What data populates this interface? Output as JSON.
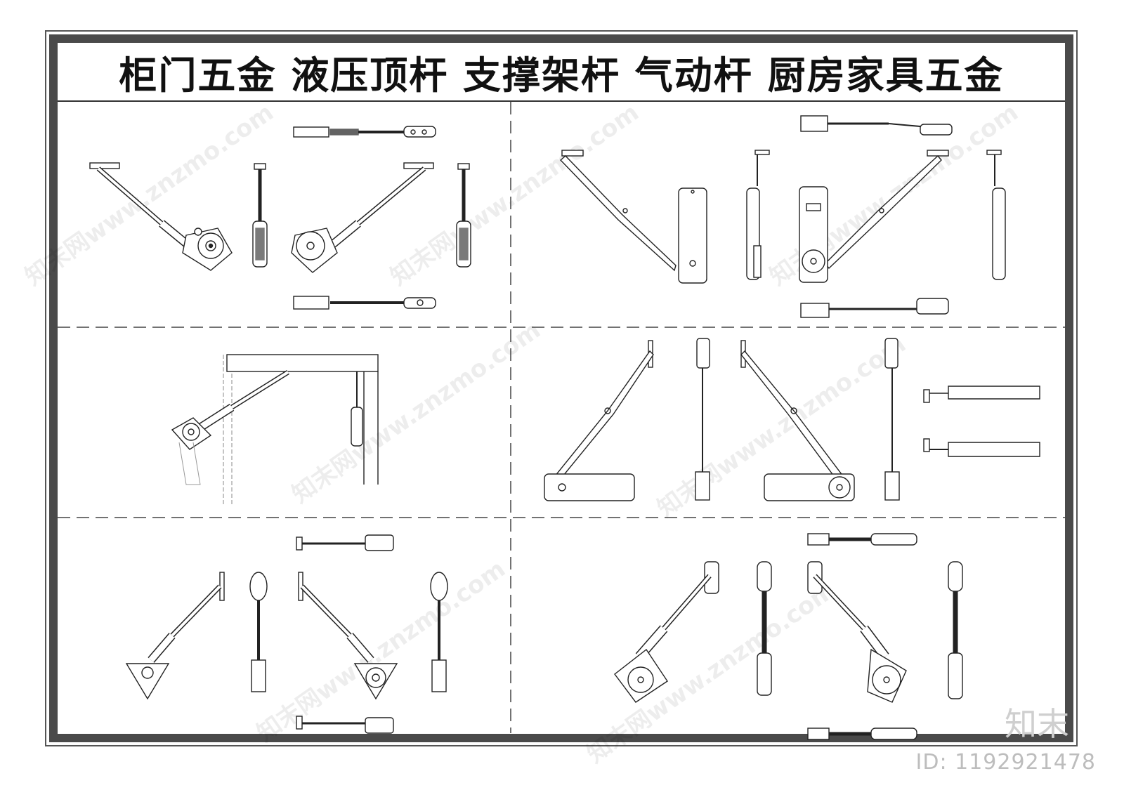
{
  "title": "柜门五金  液压顶杆  支撑架杆  气动杆  厨房家具五金",
  "watermark": "知末网www.znzmo.com",
  "brand": "知末",
  "id_label": "ID: 1192921478",
  "colors": {
    "line": "#222222",
    "border": "#4a4a4a",
    "dash": "#444444"
  }
}
